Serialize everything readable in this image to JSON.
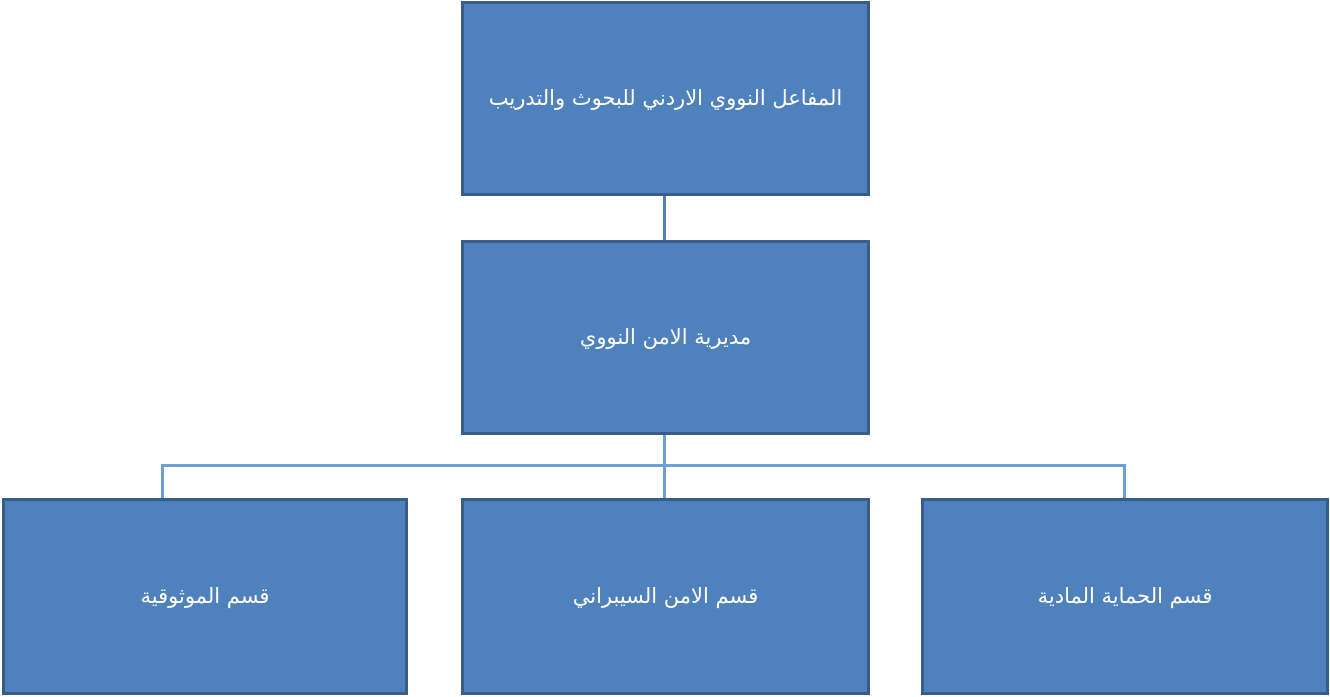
{
  "diagram": {
    "type": "org-chart",
    "direction": "rtl",
    "nodes": [
      {
        "id": "root",
        "level": 1,
        "label": "المفاعل النووي الاردني للبحوث والتدريب"
      },
      {
        "id": "directorate",
        "level": 2,
        "label": "مديرية الامن النووي"
      },
      {
        "id": "dept-reliability",
        "level": 3,
        "label": "قسم الموثوقية"
      },
      {
        "id": "dept-cyber",
        "level": 3,
        "label": "قسم الامن السيبراني"
      },
      {
        "id": "dept-physical",
        "level": 3,
        "label": "قسم الحماية المادية"
      }
    ],
    "edges": [
      {
        "from": "root",
        "to": "directorate"
      },
      {
        "from": "directorate",
        "to": "dept-reliability"
      },
      {
        "from": "directorate",
        "to": "dept-cyber"
      },
      {
        "from": "directorate",
        "to": "dept-physical"
      }
    ],
    "colors": {
      "node_fill": "#4F81BD",
      "node_border": "#385D8A",
      "connector": "#4F81BD",
      "elbow_connector": "#6BA0D6",
      "text": "#FFFFFF",
      "background": "#FFFFFF"
    }
  }
}
